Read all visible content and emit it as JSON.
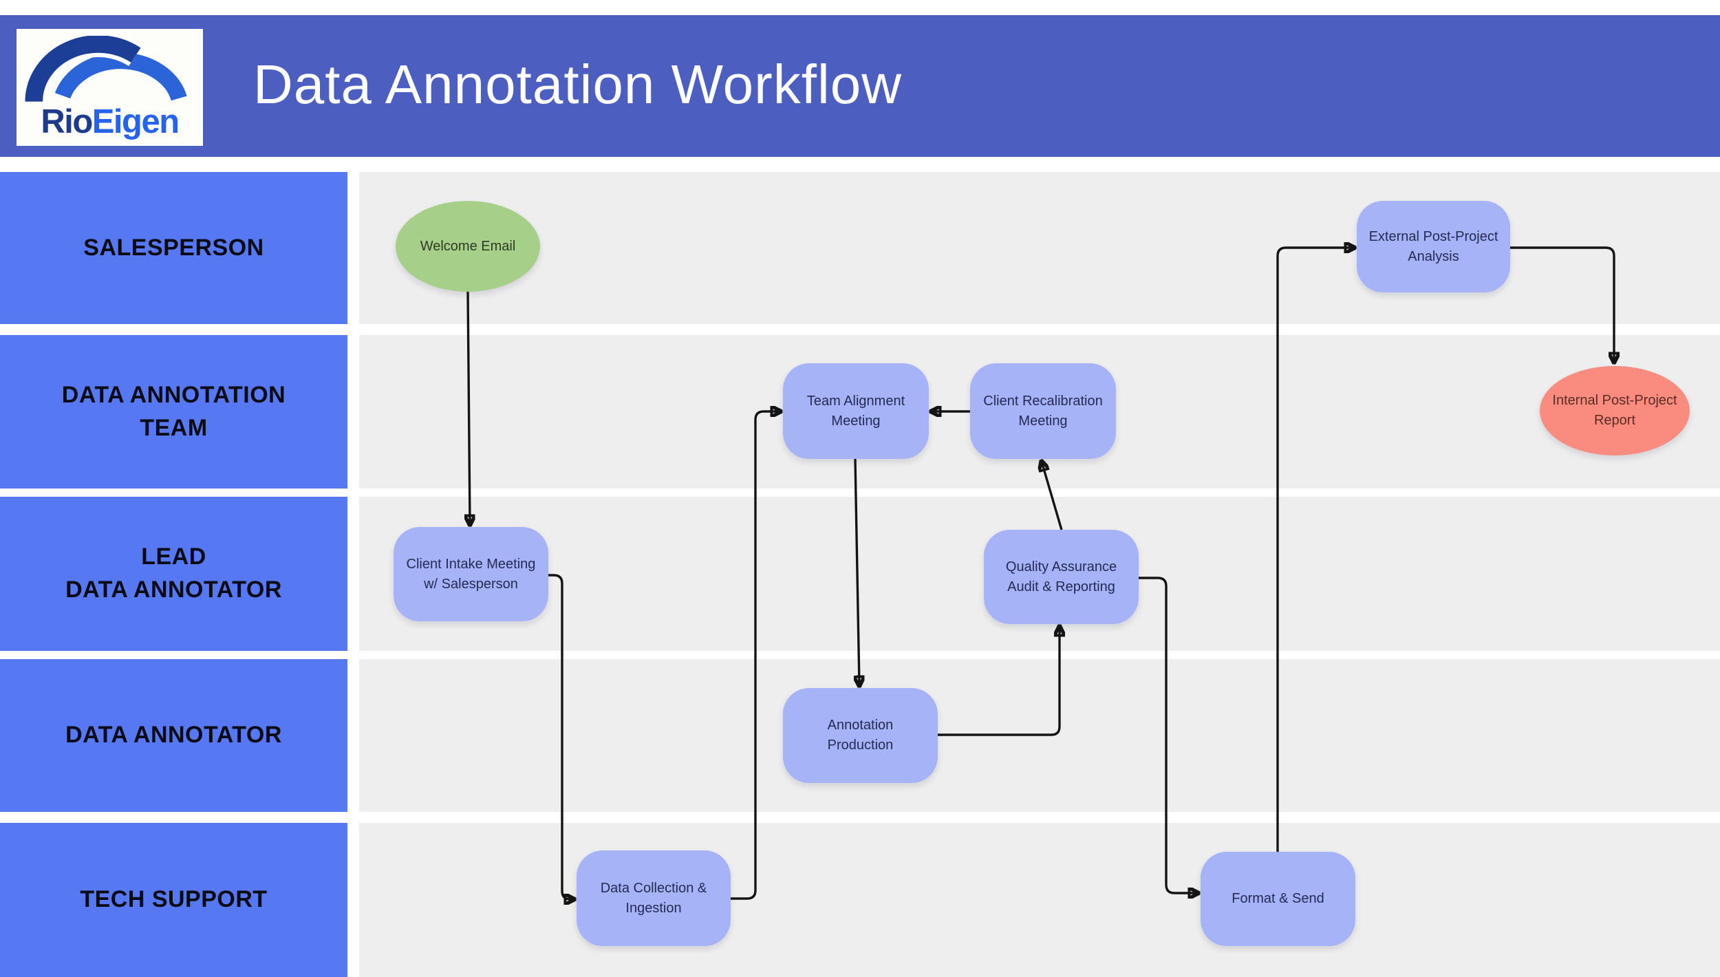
{
  "header": {
    "title": "Data Annotation Workflow",
    "logo": {
      "text_primary": "Rio",
      "text_secondary": "Eigen"
    }
  },
  "lanes": [
    {
      "label": "SALESPERSON"
    },
    {
      "label": "DATA ANNOTATION\nTEAM"
    },
    {
      "label": "LEAD\nDATA ANNOTATOR"
    },
    {
      "label": "DATA ANNOTATOR"
    },
    {
      "label": "TECH SUPPORT"
    }
  ],
  "nodes": {
    "welcome_email": {
      "label": "Welcome Email",
      "shape": "ellipse",
      "lane": "SALESPERSON"
    },
    "external_analysis": {
      "label": "External Post-Project\nAnalysis",
      "shape": "rect",
      "lane": "SALESPERSON"
    },
    "team_alignment": {
      "label": "Team Alignment\nMeeting",
      "shape": "rect",
      "lane": "DATA ANNOTATION TEAM"
    },
    "client_recalibration": {
      "label": "Client Recalibration\nMeeting",
      "shape": "rect",
      "lane": "DATA ANNOTATION TEAM"
    },
    "internal_report": {
      "label": "Internal Post-Project\nReport",
      "shape": "ellipse",
      "lane": "DATA ANNOTATION TEAM"
    },
    "client_intake": {
      "label": "Client Intake Meeting\nw/ Salesperson",
      "shape": "rect",
      "lane": "LEAD DATA ANNOTATOR"
    },
    "quality_assurance": {
      "label": "Quality Assurance\nAudit & Reporting",
      "shape": "rect",
      "lane": "LEAD DATA ANNOTATOR"
    },
    "annotation_production": {
      "label": "Annotation\nProduction",
      "shape": "rect",
      "lane": "DATA ANNOTATOR"
    },
    "data_collection": {
      "label": "Data Collection &\nIngestion",
      "shape": "rect",
      "lane": "TECH SUPPORT"
    },
    "format_send": {
      "label": "Format & Send",
      "shape": "rect",
      "lane": "TECH SUPPORT"
    }
  },
  "edges": [
    {
      "from": "Welcome Email",
      "to": "Client Intake Meeting w/ Salesperson"
    },
    {
      "from": "Client Intake Meeting w/ Salesperson",
      "to": "Data Collection & Ingestion"
    },
    {
      "from": "Data Collection & Ingestion",
      "to": "Team Alignment Meeting"
    },
    {
      "from": "Team Alignment Meeting",
      "to": "Annotation Production"
    },
    {
      "from": "Annotation Production",
      "to": "Quality Assurance Audit & Reporting"
    },
    {
      "from": "Quality Assurance Audit & Reporting",
      "to": "Client Recalibration Meeting"
    },
    {
      "from": "Client Recalibration Meeting",
      "to": "Team Alignment Meeting"
    },
    {
      "from": "Quality Assurance Audit & Reporting",
      "to": "Format & Send"
    },
    {
      "from": "Format & Send",
      "to": "External Post-Project Analysis"
    },
    {
      "from": "External Post-Project Analysis",
      "to": "Internal Post-Project Report"
    }
  ],
  "colors": {
    "header_bg": "#4c5ec0",
    "lane_label_bg": "#5679f3",
    "lane_row_bg": "#eeeeee",
    "node_blue": "#a6b3f7",
    "node_green": "#a6d08a",
    "node_red": "#f98c7f",
    "node_text": "#232b54",
    "green_text": "#2d3b22",
    "red_text": "#5e2a23",
    "edge_color": "#141414",
    "title_color": "#ffffff",
    "logo_navy": "#1e3a8a",
    "logo_blue": "#2563eb"
  }
}
